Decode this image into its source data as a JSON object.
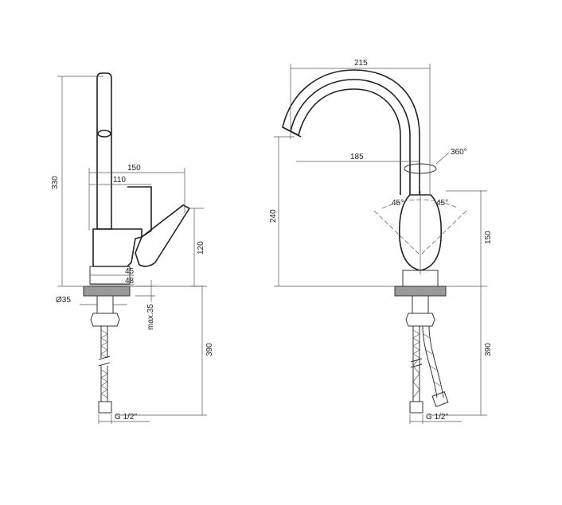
{
  "side_view": {
    "height_total": "330",
    "reach_outer": "150",
    "reach_inner": "110",
    "handle_height": "120",
    "base_diameter_upper": "45",
    "base_diameter_lower": "48",
    "mount_hole": "Ø35",
    "max_thickness": "max.35",
    "hose_length": "390",
    "thread": "G 1/2\""
  },
  "front_view": {
    "width_total": "215",
    "spout_reach": "185",
    "rotation": "360°",
    "spout_height": "240",
    "handle_angle_left": "45°",
    "handle_angle_right": "45°",
    "handle_height": "150",
    "hose_length": "390",
    "thread": "G 1/2\""
  }
}
